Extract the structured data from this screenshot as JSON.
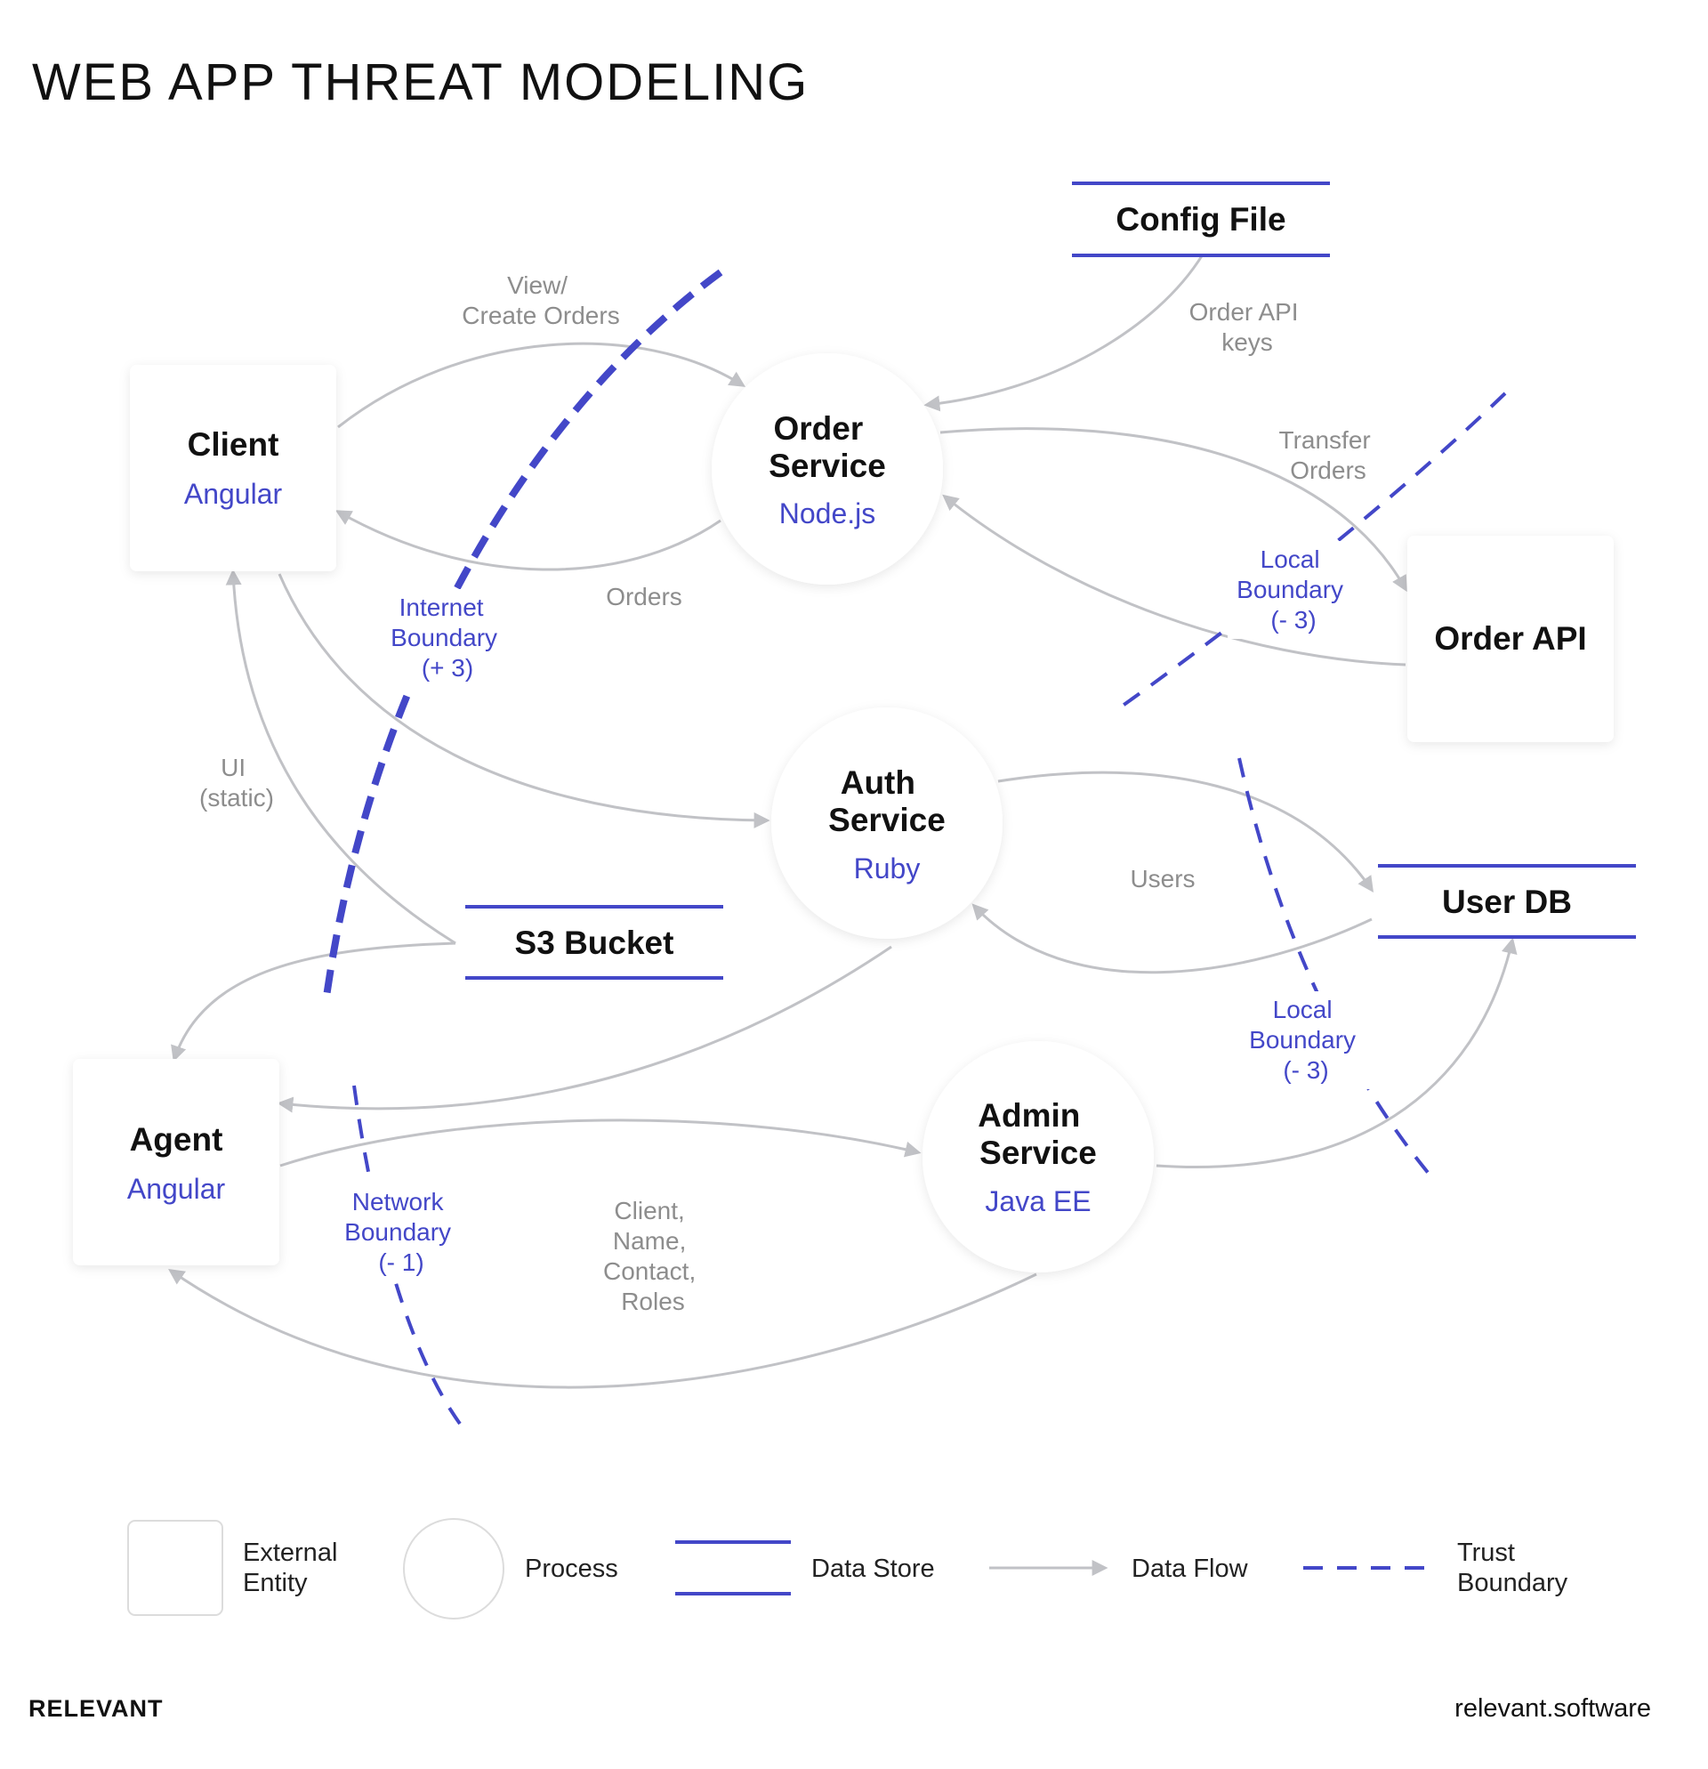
{
  "title": "WEB APP THREAT MODELING",
  "colors": {
    "accent": "#4347c8",
    "flow": "#c1c2c6",
    "label_gray": "#8d8d8d"
  },
  "nodes": {
    "client": {
      "title": "Client",
      "sub": "Angular"
    },
    "agent": {
      "title": "Agent",
      "sub": "Angular"
    },
    "order_api": {
      "title": "Order API"
    },
    "order_service": {
      "title_line1": "Order",
      "title_line2": "Service",
      "sub": "Node.js"
    },
    "auth_service": {
      "title_line1": "Auth",
      "title_line2": "Service",
      "sub": "Ruby"
    },
    "admin_service": {
      "title_line1": "Admin",
      "title_line2": "Service",
      "sub": "Java EE"
    },
    "config_file": {
      "title": "Config File"
    },
    "s3_bucket": {
      "title": "S3 Bucket"
    },
    "user_db": {
      "title": "User DB"
    }
  },
  "flows": {
    "view_create": {
      "line1": "View/",
      "line2": "Create Orders"
    },
    "orders": "Orders",
    "order_api_keys": {
      "line1": "Order API",
      "line2": "keys"
    },
    "transfer_orders": {
      "line1": "Transfer",
      "line2": "Orders"
    },
    "ui_static": {
      "line1": "UI",
      "line2": "(static)"
    },
    "users": "Users",
    "client_details": {
      "line1": "Client,",
      "line2": "Name,",
      "line3": "Contact,",
      "line4": "Roles"
    }
  },
  "boundaries": {
    "internet": {
      "line1": "Internet",
      "line2": "Boundary",
      "line3": "(+ 3)"
    },
    "local_order": {
      "line1": "Local",
      "line2": "Boundary",
      "line3": "(- 3)"
    },
    "local_db": {
      "line1": "Local",
      "line2": "Boundary",
      "line3": "(- 3)"
    },
    "network": {
      "line1": "Network",
      "line2": "Boundary",
      "line3": "(- 1)"
    }
  },
  "legend": {
    "external_entity": {
      "line1": "External",
      "line2": "Entity"
    },
    "process": "Process",
    "data_store": "Data Store",
    "data_flow": "Data Flow",
    "trust_boundary": {
      "line1": "Trust",
      "line2": "Boundary"
    }
  },
  "footer": {
    "brand": "RELEVANT",
    "site": "relevant.software"
  }
}
